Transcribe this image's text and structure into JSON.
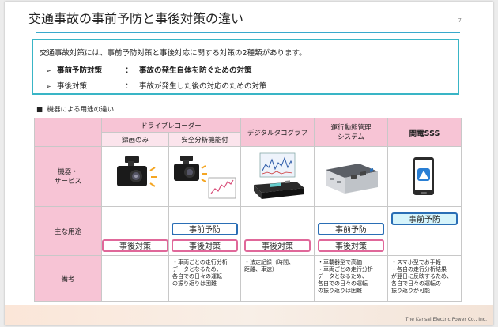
{
  "slide": {
    "title": "交通事故の事前予防と事後対策の違い",
    "page_number": "7",
    "copyright": "The Kansai Electric Power Co., Inc."
  },
  "summary": {
    "intro": "交通事故対策には、事前予防対策と事後対応に関する対策の2種類があります。",
    "rows": [
      {
        "arrow": "➢",
        "term": "事前予防対策",
        "colon": "：",
        "desc": "事故の発生自体を防ぐための対策"
      },
      {
        "arrow": "➢",
        "term": "事後対策",
        "colon": "：",
        "desc": "事故が発生した後の対応のための対策"
      }
    ]
  },
  "section": {
    "bullet": "■",
    "label": "機器による用途の違い"
  },
  "table": {
    "group_header": "ドライブレコーダー",
    "sub_headers": [
      "録画のみ",
      "安全分析機能付"
    ],
    "headers": [
      "デジタルタコグラフ",
      "運行動態管理\nシステム",
      "関電SSS"
    ],
    "row_labels": [
      "機器・\nサービス",
      "主な用途",
      "備考"
    ],
    "use_labels": {
      "pre": "事前予防",
      "post": "事後対策"
    },
    "notes": [
      "",
      "・車両ごとの走行分析\n データとなるため、\n 各自での日々の運転\n の振り返りは困難",
      "・法定記録（時間、\n 距離、車速）",
      "・車載器型で高価\n・車両ごとの走行分析\n データとなるため、\n 各自での日々の運転\n の振り返りは困難",
      "・スマホ型でお手軽\n・各自の走行分析結果\n が翌日に反映するため、\n 各自で日々の運転の\n 振り返りが可能"
    ]
  },
  "colors": {
    "accent": "#39a9cc",
    "header_pink": "#f7c4d5",
    "pre_border": "#2a6eb5",
    "post_border": "#e0689a",
    "sss_fill": "#d6f4fb"
  },
  "icons": [
    "dashcam-icon",
    "dashcam-analysis-icon",
    "digital-tachograph-icon",
    "telematics-box-icon",
    "smartphone-app-icon"
  ]
}
